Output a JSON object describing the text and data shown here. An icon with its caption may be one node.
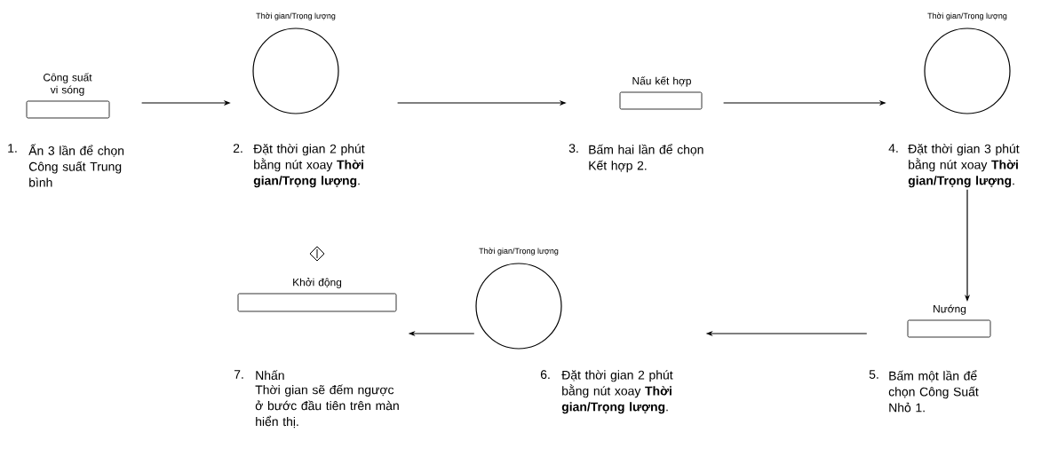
{
  "diagram": {
    "nodes": [
      {
        "text": [
          "Công suất vi sóng"
        ],
        "beside": [
          "1.",
          "Ấn 3 lần để chọn Công suất Trung bình"
        ]
      },
      {
        "text": [
          "Thời gian/Trọng lượng"
        ],
        "beside": [
          "2.",
          "Đặt thời gian 2 phút bằng nút xoay **Thời gian/Trọng lượng**."
        ]
      },
      {
        "text": [
          "Nấu kết hợp"
        ],
        "beside": [
          "3.",
          "Bấm hai lần để chọn Kết hợp 2."
        ]
      },
      {
        "text": [
          "Thời gian/Trọng lượng"
        ],
        "beside": [
          "4.",
          "Đặt thời gian 3 phút bằng nút xoay **Thời gian/Trọng lượng**."
        ]
      },
      {
        "text": [
          "Nướng"
        ],
        "beside": [
          "5.",
          "Bấm một lần để chọn Công Suất Nhỏ 1."
        ]
      },
      {
        "text": [
          "Thời gian/Trọng lượng"
        ],
        "beside": [
          "6.",
          "Đặt thời gian 2 phút bằng nút xoay **Thời gian/Trọng lượng**."
        ]
      },
      {
        "text": [
          "Khởi động"
        ],
        "beside": [
          "7.",
          "Nhấn",
          "Thời gian sẽ đếm ngược ở bước đầu tiên trên màn hiển thị."
        ]
      }
    ],
    "edges": [
      {
        "from": 0,
        "to": 1,
        "arrow": "to"
      },
      {
        "from": 1,
        "to": 2,
        "arrow": "to"
      },
      {
        "from": 2,
        "to": 3,
        "arrow": "to"
      },
      {
        "from": 3,
        "to": 4,
        "arrow": "to"
      },
      {
        "from": 4,
        "to": 5,
        "arrow": "to"
      },
      {
        "from": 5,
        "to": 6,
        "arrow": "to"
      }
    ]
  }
}
